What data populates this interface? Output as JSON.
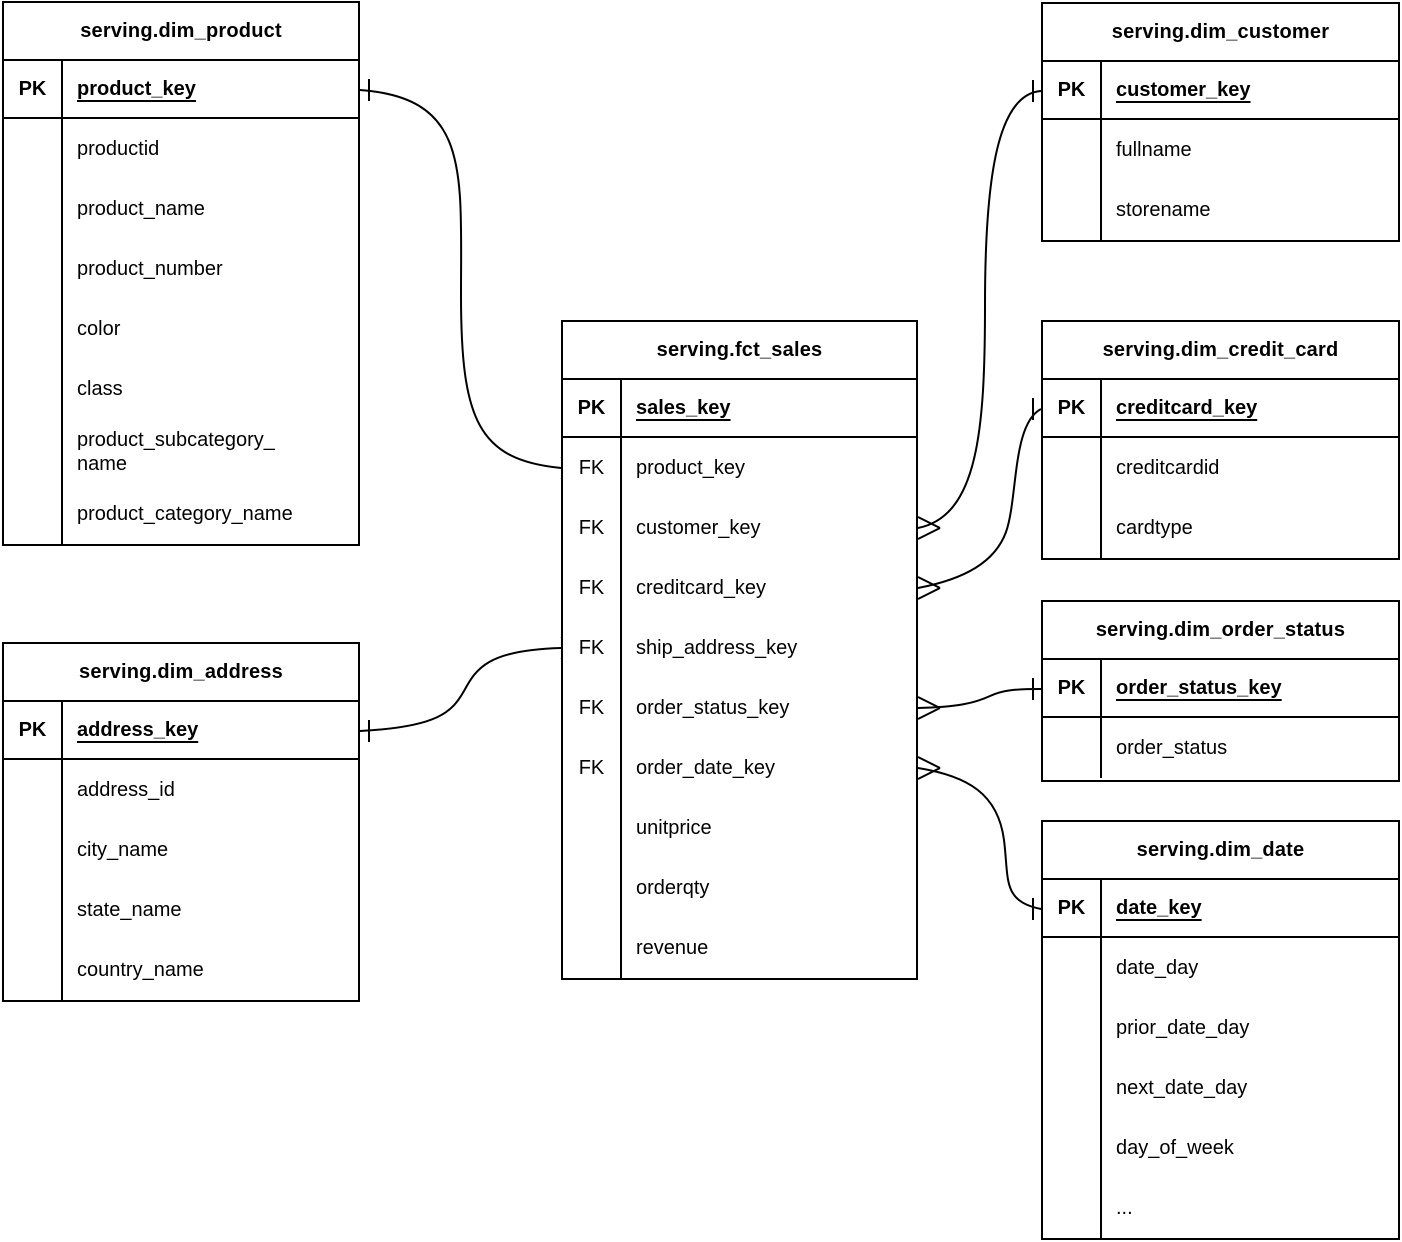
{
  "diagram": {
    "type": "entity-relationship",
    "notation": "crow-foot",
    "tables": [
      {
        "id": "dim_product",
        "title": "serving.dim_product",
        "pk": {
          "label": "PK",
          "name": "product_key"
        },
        "fields": [
          {
            "key": "",
            "name": "productid"
          },
          {
            "key": "",
            "name": "product_name"
          },
          {
            "key": "",
            "name": "product_number"
          },
          {
            "key": "",
            "name": "color"
          },
          {
            "key": "",
            "name": "class"
          },
          {
            "key": "",
            "name": "product_subcategory_\nname"
          },
          {
            "key": "",
            "name": "product_category_name"
          }
        ]
      },
      {
        "id": "dim_customer",
        "title": "serving.dim_customer",
        "pk": {
          "label": "PK",
          "name": "customer_key"
        },
        "fields": [
          {
            "key": "",
            "name": "fullname"
          },
          {
            "key": "",
            "name": "storename"
          }
        ]
      },
      {
        "id": "fct_sales",
        "title": "serving.fct_sales",
        "pk": {
          "label": "PK",
          "name": "sales_key"
        },
        "fields": [
          {
            "key": "FK",
            "name": "product_key"
          },
          {
            "key": "FK",
            "name": "customer_key"
          },
          {
            "key": "FK",
            "name": "creditcard_key"
          },
          {
            "key": "FK",
            "name": "ship_address_key"
          },
          {
            "key": "FK",
            "name": "order_status_key"
          },
          {
            "key": "FK",
            "name": "order_date_key"
          },
          {
            "key": "",
            "name": "unitprice"
          },
          {
            "key": "",
            "name": "orderqty"
          },
          {
            "key": "",
            "name": "revenue"
          }
        ]
      },
      {
        "id": "dim_credit_card",
        "title": "serving.dim_credit_card",
        "pk": {
          "label": "PK",
          "name": "creditcard_key"
        },
        "fields": [
          {
            "key": "",
            "name": "creditcardid"
          },
          {
            "key": "",
            "name": "cardtype"
          }
        ]
      },
      {
        "id": "dim_order_status",
        "title": "serving.dim_order_status",
        "pk": {
          "label": "PK",
          "name": "order_status_key"
        },
        "fields": [
          {
            "key": "",
            "name": "order_status"
          }
        ]
      },
      {
        "id": "dim_date",
        "title": "serving.dim_date",
        "pk": {
          "label": "PK",
          "name": "date_key"
        },
        "fields": [
          {
            "key": "",
            "name": "date_day"
          },
          {
            "key": "",
            "name": "prior_date_day"
          },
          {
            "key": "",
            "name": "next_date_day"
          },
          {
            "key": "",
            "name": "day_of_week"
          },
          {
            "key": "",
            "name": "..."
          }
        ]
      },
      {
        "id": "dim_address",
        "title": "serving.dim_address",
        "pk": {
          "label": "PK",
          "name": "address_key"
        },
        "fields": [
          {
            "key": "",
            "name": "address_id"
          },
          {
            "key": "",
            "name": "city_name"
          },
          {
            "key": "",
            "name": "state_name"
          },
          {
            "key": "",
            "name": "country_name"
          }
        ]
      }
    ],
    "relationships": [
      {
        "from_table": "serving.fct_sales",
        "from_field": "product_key",
        "from_cardinality": "many",
        "to_table": "serving.dim_product",
        "to_field": "product_key",
        "to_cardinality": "one"
      },
      {
        "from_table": "serving.fct_sales",
        "from_field": "customer_key",
        "from_cardinality": "many",
        "to_table": "serving.dim_customer",
        "to_field": "customer_key",
        "to_cardinality": "one"
      },
      {
        "from_table": "serving.fct_sales",
        "from_field": "creditcard_key",
        "from_cardinality": "many",
        "to_table": "serving.dim_credit_card",
        "to_field": "creditcard_key",
        "to_cardinality": "one"
      },
      {
        "from_table": "serving.fct_sales",
        "from_field": "ship_address_key",
        "from_cardinality": "many",
        "to_table": "serving.dim_address",
        "to_field": "address_key",
        "to_cardinality": "one"
      },
      {
        "from_table": "serving.fct_sales",
        "from_field": "order_status_key",
        "from_cardinality": "many",
        "to_table": "serving.dim_order_status",
        "to_field": "order_status_key",
        "to_cardinality": "one"
      },
      {
        "from_table": "serving.fct_sales",
        "from_field": "order_date_key",
        "from_cardinality": "many",
        "to_table": "serving.dim_date",
        "to_field": "date_key",
        "to_cardinality": "one"
      }
    ],
    "colors": {
      "stroke": "#000000",
      "background": "#ffffff",
      "text": "#000000"
    }
  }
}
